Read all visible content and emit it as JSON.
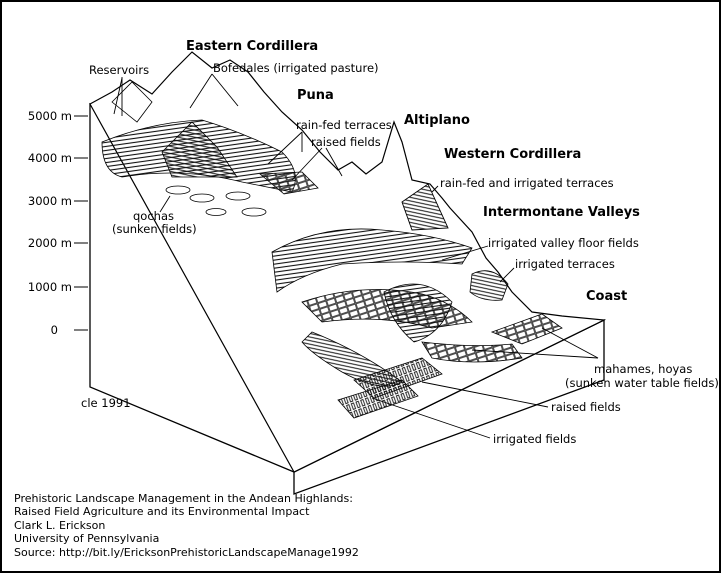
{
  "headings": {
    "eastern_cordillera": "Eastern Cordillera",
    "puna": "Puna",
    "altiplano": "Altiplano",
    "western_cordillera": "Western Cordillera",
    "intermontane_valleys": "Intermontane Valleys",
    "coast": "Coast"
  },
  "labels": {
    "reservoirs": "Reservoirs",
    "bofedales": "Bofedales (irrigated pasture)",
    "rain_fed_terraces": "rain-fed terraces",
    "raised_fields_top": "raised fields",
    "rain_fed_irrigated_terraces": "rain-fed and irrigated terraces",
    "qochas_1": "qochas",
    "qochas_2": "(sunken fields)",
    "irrigated_valley_floor": "irrigated valley floor fields",
    "irrigated_terraces": "irrigated terraces",
    "mahames_1": "mahames, hoyas",
    "mahames_2": "(sunken water table fields)",
    "raised_fields_bottom": "raised fields",
    "irrigated_fields": "irrigated fields",
    "signature": "cle 1991"
  },
  "elevations": [
    "5000 m",
    "4000 m",
    "3000 m",
    "2000 m",
    "1000 m",
    "0"
  ],
  "credit": [
    "Prehistoric Landscape Management in the Andean Highlands:",
    "Raised Field Agriculture and its Environmental Impact",
    "Clark L. Erickson",
    "University of Pennsylvania",
    "Source: http://bit.ly/EricksonPrehistoricLandscapeManage1992"
  ]
}
